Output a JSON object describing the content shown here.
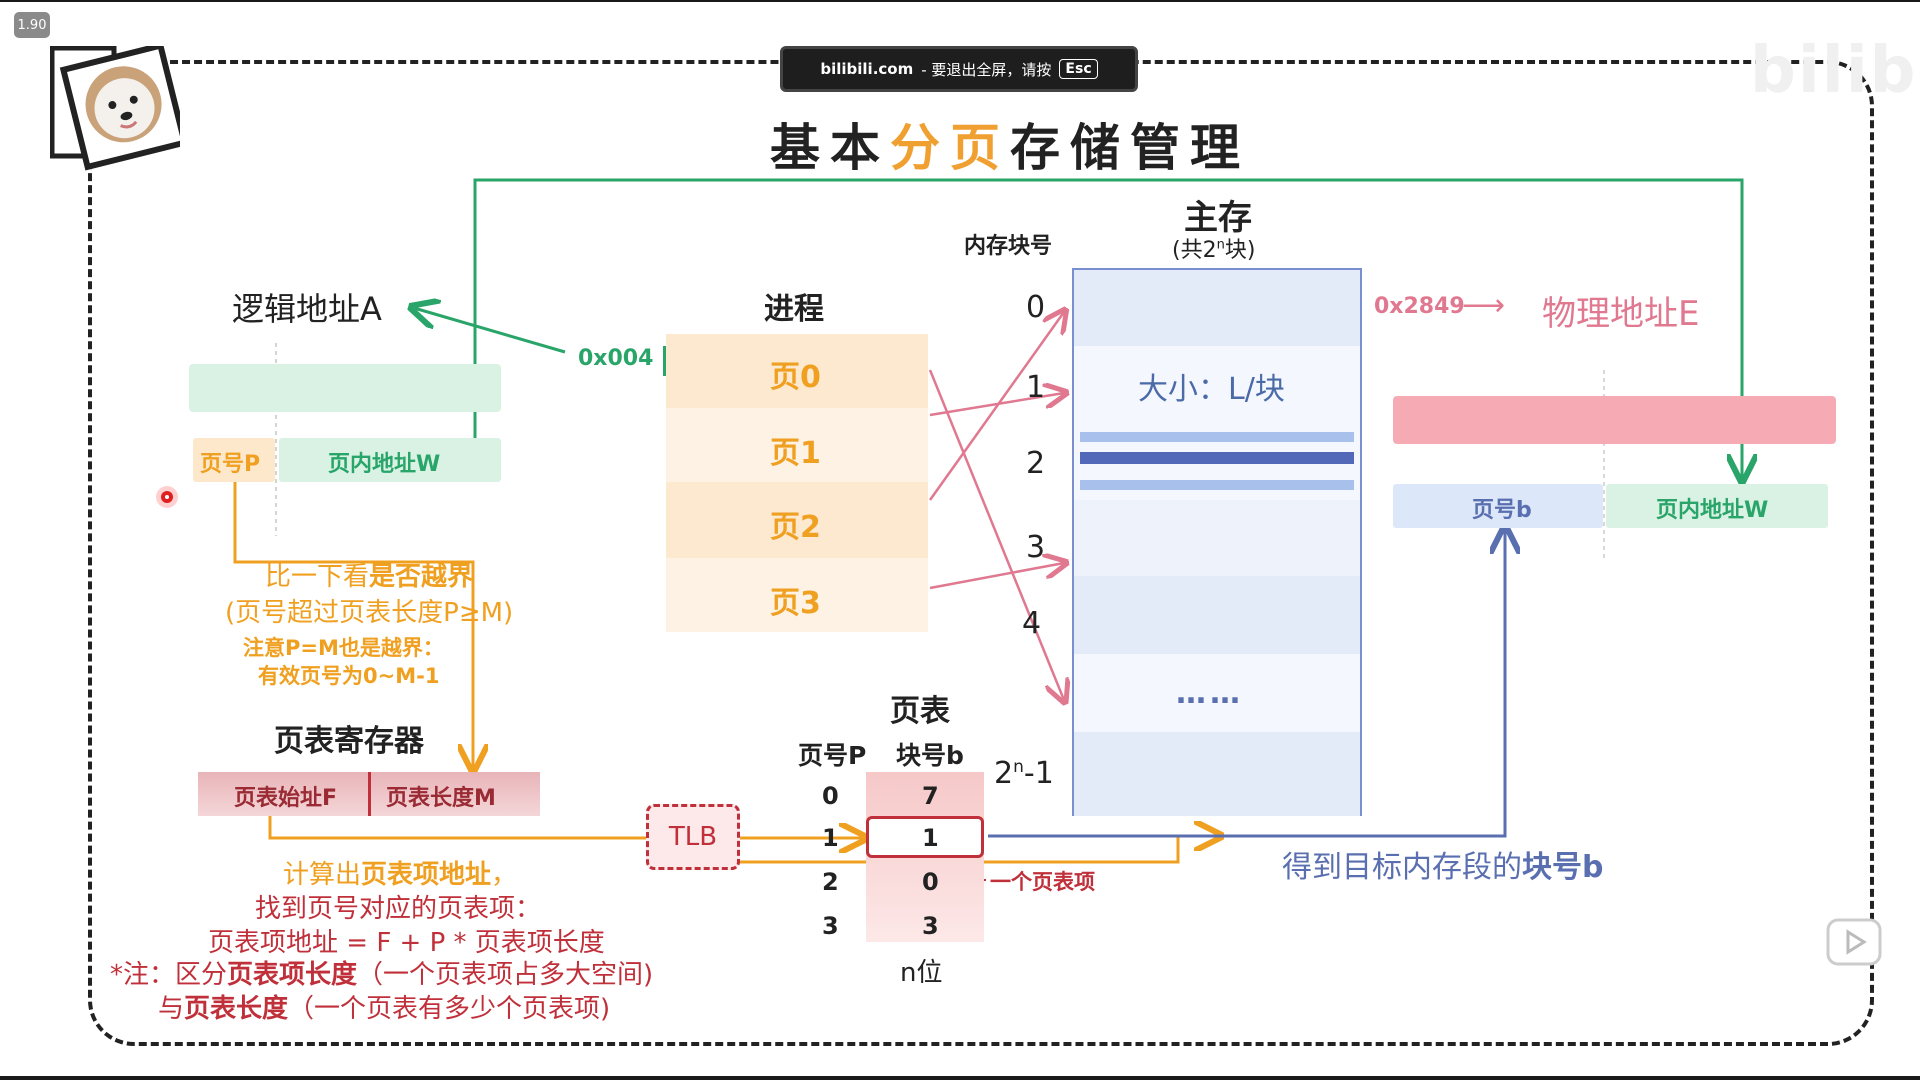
{
  "speed_badge": "1.90",
  "toast": {
    "site": "bilibili.com",
    "text": " - 要退出全屏，请按 ",
    "key": "Esc"
  },
  "title": {
    "part1": "基本",
    "highlight": "分页",
    "part2": "存储管理"
  },
  "logical": {
    "title": "逻辑地址A",
    "page_no": "页号P",
    "offset": "页内地址W",
    "hex": "0x004"
  },
  "check": {
    "line1_a": "比一下看",
    "line1_b": "是否越界",
    "line2": "(页号超过页表长度P≥M)",
    "note1": "注意P=M也是越界：",
    "note2": "有效页号为0~M-1"
  },
  "ptr": {
    "title": "页表寄存器",
    "start": "页表始址F",
    "len": "页表长度M"
  },
  "calc": {
    "l1_a": "计算出",
    "l1_b": "页表项地址",
    "l1_c": "，",
    "l2": "找到页号对应的页表项：",
    "l3": "页表项地址 = F + P * 页表项长度",
    "l4_a": "*注：区分",
    "l4_b": "页表项长度",
    "l4_c": "（一个页表项占多大空间)",
    "l5_a": "与",
    "l5_b": "页表长度",
    "l5_c": "（一个页表有多少个页表项)"
  },
  "process": {
    "title": "进程",
    "pages": [
      "页0",
      "页1",
      "页2",
      "页3"
    ]
  },
  "tlb": "TLB",
  "page_table": {
    "title": "页表",
    "col1": "页号P",
    "col2": "块号b",
    "rows": [
      [
        "0",
        "7"
      ],
      [
        "1",
        "1"
      ],
      [
        "2",
        "0"
      ],
      [
        "3",
        "3"
      ]
    ],
    "footer": "n位",
    "entry_label": "一个页表项"
  },
  "memory": {
    "title": "主存",
    "subtitle_a": "(共2",
    "subtitle_sup": "n",
    "subtitle_b": "块)",
    "block_label": "内存块号",
    "block_numbers": [
      "0",
      "1",
      "2",
      "3",
      "4"
    ],
    "last_a": "2",
    "last_sup": "n",
    "last_b": "-1",
    "size_label": "大小：L/块",
    "ellipsis": "……"
  },
  "physical": {
    "hex": "0x2849",
    "arrow": "⟶",
    "title": "物理地址E",
    "block_no": "页号b",
    "offset": "页内地址W"
  },
  "result": {
    "a": "得到目标内存段的",
    "b": "块号b"
  },
  "watermark": "bilibili",
  "colors": {
    "green": "#2aa56a",
    "orange": "#f0a020",
    "pink": "#e07890",
    "blue": "#5a6fb0",
    "darkred": "#c0303a"
  }
}
